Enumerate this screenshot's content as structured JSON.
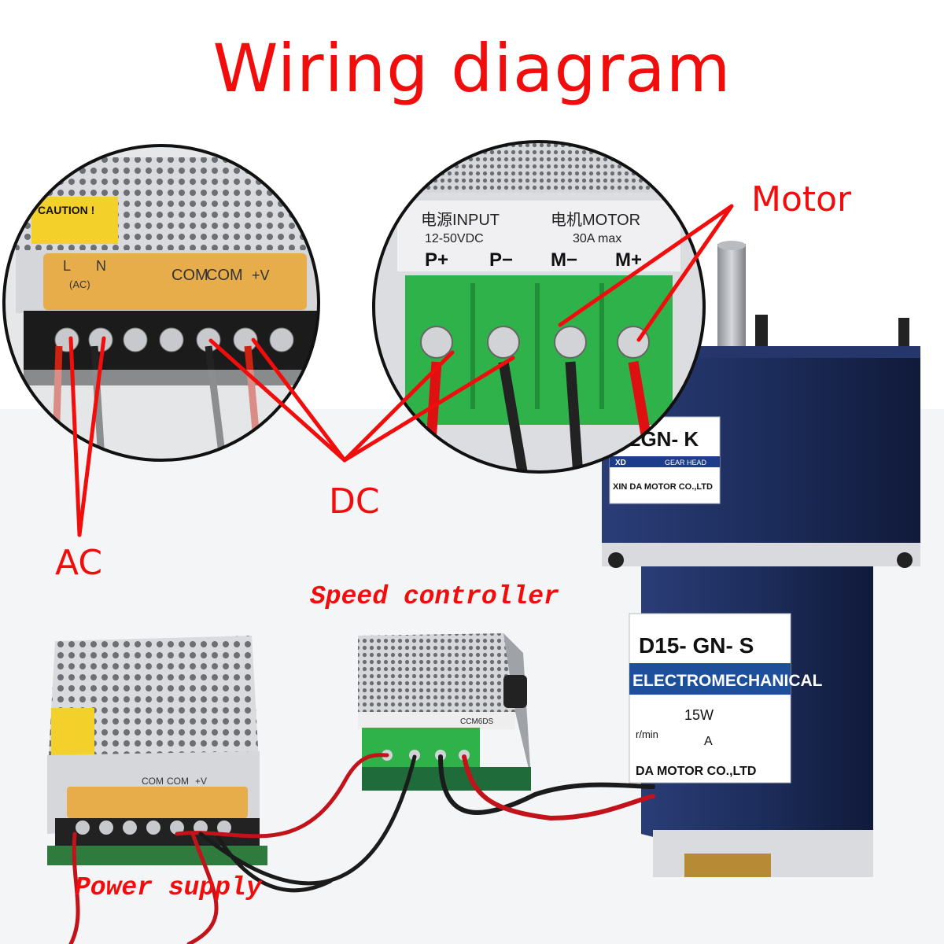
{
  "title": "Wiring diagram",
  "callouts": {
    "motor": "Motor",
    "dc": "DC",
    "ac": "AC",
    "speed_controller": "Speed controller",
    "power_supply": "Power supply"
  },
  "psu_terminal_labels": {
    "caution": "CAUTION !",
    "l": "L",
    "n": "N",
    "ac": "(AC)",
    "com1": "COM",
    "com2": "COM",
    "v": "+V",
    "v2": "+V"
  },
  "controller_labels": {
    "input_cn": "电源INPUT",
    "motor_cn": "电机MOTOR",
    "voltage": "12-50VDC",
    "current": "30A max",
    "p_plus": "P+",
    "p_minus": "P−",
    "m_minus": "M−",
    "m_plus": "M+",
    "model": "CCM6DS"
  },
  "motor_labels": {
    "gearhead_model": "2GN-  K",
    "brand_short": "XD",
    "gear_head": "GEAR HEAD",
    "gearhead_maker": "XIN DA MOTOR CO.,LTD",
    "motor_model": "D15-   GN-   S",
    "electromechanical": "ELECTROMECHANICAL",
    "power": "15W",
    "rpm": "r/min",
    "amp": "A",
    "motor_maker": "DA MOTOR CO.,LTD"
  },
  "colors": {
    "callout_red": "#f20d0d",
    "terminal_green": "#2fb24a",
    "motor_blue": "#1d2d5c",
    "metal": "#c9cbcf",
    "amber_cover": "#e9a93a"
  }
}
